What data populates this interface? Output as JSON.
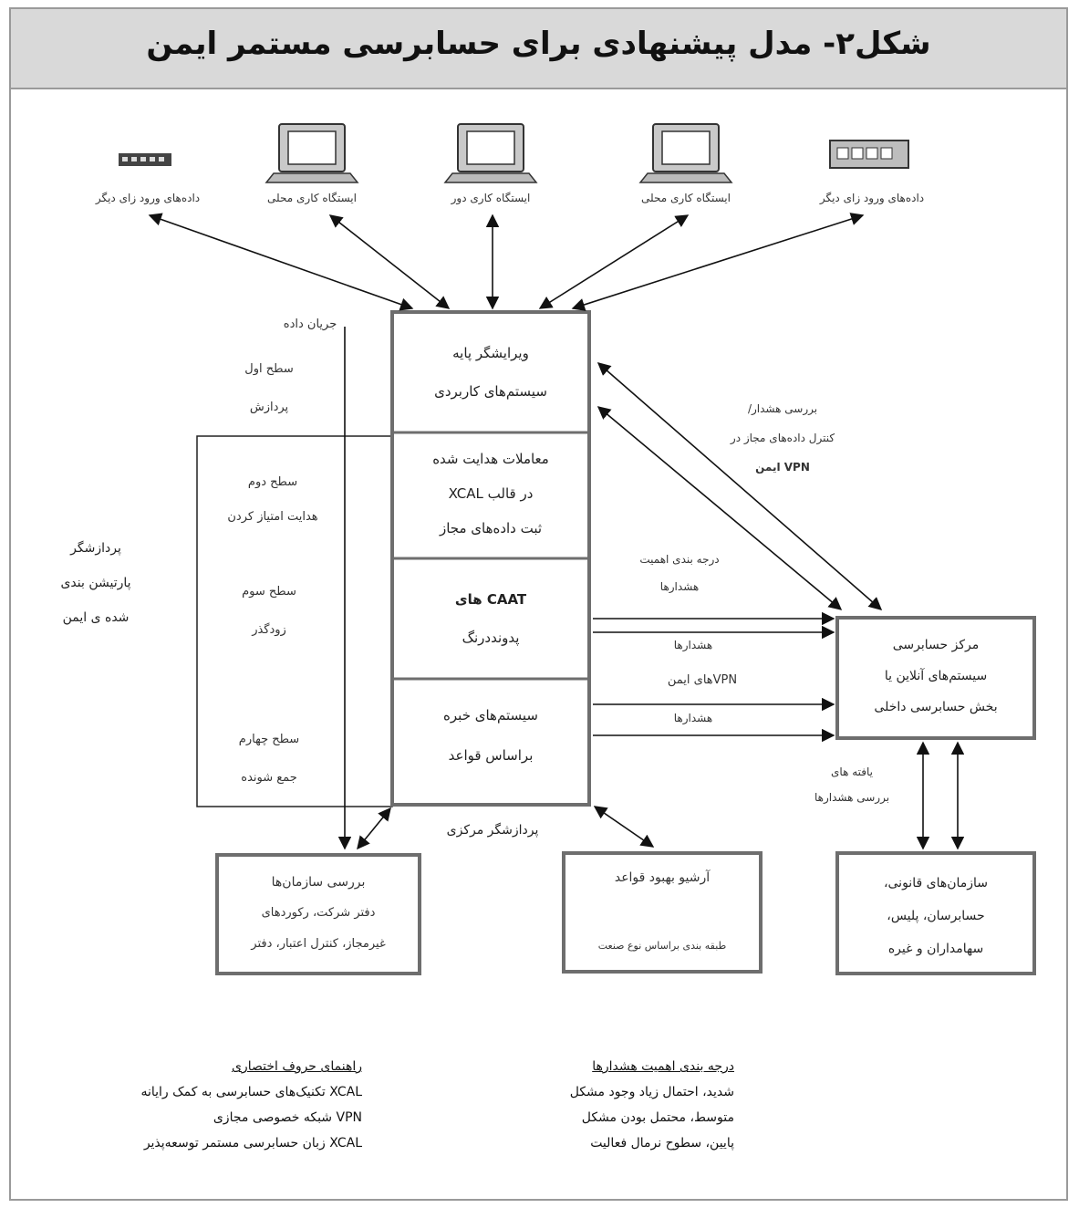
{
  "title": "شکل۲- مدل پیشنهادی برای حسابرسی مستمر ایمن",
  "terminals": [
    {
      "label": "دادەهای ورود زای دیگر",
      "icon": "small-keyboard-icon"
    },
    {
      "label": "ایستگاه کاری محلی",
      "icon": "computer-icon"
    },
    {
      "label": "ایستگاه کاری دور",
      "icon": "computer-icon"
    },
    {
      "label": "ایستگاه کاری محلی",
      "icon": "computer-icon"
    },
    {
      "label": "دادەهای ورود زای دیگر",
      "icon": "data-device-icon"
    }
  ],
  "central": {
    "base": [
      "ویرایشگر پایه",
      "سیستم‌های کاربردی"
    ],
    "xcal": [
      "معاملات هدایت شده",
      "در قالب XCAL",
      "ثبت داده‌های مجاز"
    ],
    "caat": [
      "CAAT های",
      "پدونددرنگ"
    ],
    "expert": [
      "سیستم‌های خبره",
      "براساس قواعد"
    ],
    "label": "پردازشگر مرکزی"
  },
  "levels": {
    "data_flow": "جریان داده",
    "level1": [
      "سطح اول",
      "پردازش"
    ],
    "level2": [
      "سطح دوم",
      "هدایت امتیاز کردن"
    ],
    "level3": [
      "سطح سوم",
      "زودگذر"
    ],
    "level4": [
      "سطح چهارم",
      "جمع شونده"
    ]
  },
  "partition": [
    "پردازشگر",
    "پارتیشن بندی",
    "شده ی ایمن"
  ],
  "edge_labels": {
    "alerts_review": [
      "بررسی هشدار/",
      "کنترل داده‌های مجاز در",
      "VPN ایمن"
    ],
    "alert_priority": [
      "درجه بندی اهمیت",
      "هشدارها"
    ],
    "alerts_1": "هشدارها",
    "vpn": "VPNهای ایمن",
    "alerts_2": "هشدارها",
    "findings": [
      "یافته های",
      "بررسی هشدارها"
    ]
  },
  "audit_center": [
    "مرکز حسابرسی",
    "سیستم‌های آنلاین یا",
    "بخش حسابرسی داخلی"
  ],
  "org_review": [
    "بررسی سازمان‌ها",
    "دفتر شرکت، رکوردهای",
    "غیرمجاز، کنترل اعتبار، دفتر"
  ],
  "rules_archive": [
    "آرشیو بهبود قواعد",
    "طبقه بندی براساس نوع صنعت"
  ],
  "legal_orgs": [
    "سازمان‌های قانونی،",
    "حسابرسان، پلیس،",
    "سهامداران و غیره"
  ],
  "legend_abbrev": {
    "heading": "راهنمای حروف اختصاری",
    "items": [
      "XCAL تکنیک‌های حسابرسی به کمک رایانه",
      "VPN شبکه خصوصی مجازی",
      "XCAL زبان حسابرسی مستمر توسعه‌پذیر"
    ]
  },
  "legend_priority": {
    "heading": "درجه بندی اهمیت هشدارها",
    "items": [
      "شدید، احتمال زیاد وجود مشکل",
      "متوسط، محتمل بودن مشکل",
      "پایین، سطوح نرمال فعالیت"
    ]
  },
  "colors": {
    "title_bg": "#d9d9d9",
    "box_border": "#6e6e6e",
    "line": "#111111"
  }
}
